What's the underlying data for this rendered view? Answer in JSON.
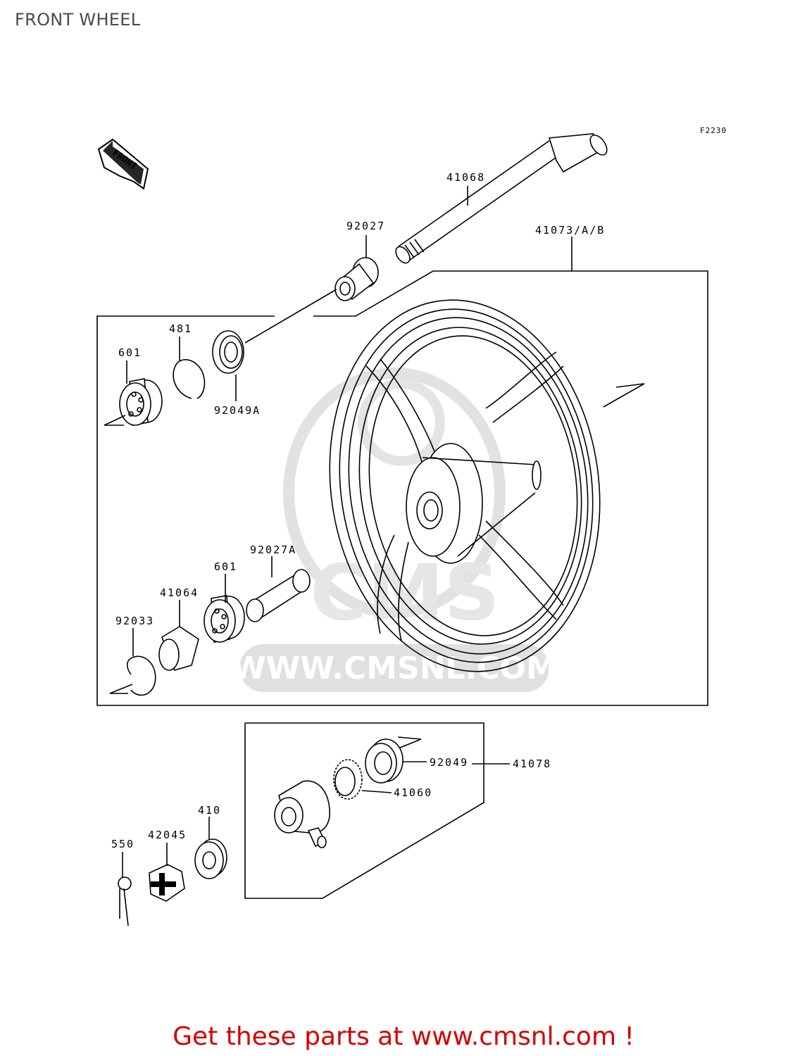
{
  "page": {
    "title": "FRONT WHEEL",
    "figure_code": "F2230",
    "front_label": "FRONT",
    "watermark_url": "WWW.CMSNL.COM",
    "promo_text": "Get these parts at www.cmsnl.com !",
    "promo_color": "#d40000"
  },
  "parts": {
    "p41068": "41068",
    "p92027": "92027",
    "p41073": "41073/A/B",
    "p481": "481",
    "p601a": "601",
    "p92049A": "92049A",
    "p92027A": "92027A",
    "p601b": "601",
    "p41064": "41064",
    "p92033": "92033",
    "p92049": "92049",
    "p41078": "41078",
    "p41060": "41060",
    "p410": "410",
    "p42045": "42045",
    "p550": "550"
  }
}
